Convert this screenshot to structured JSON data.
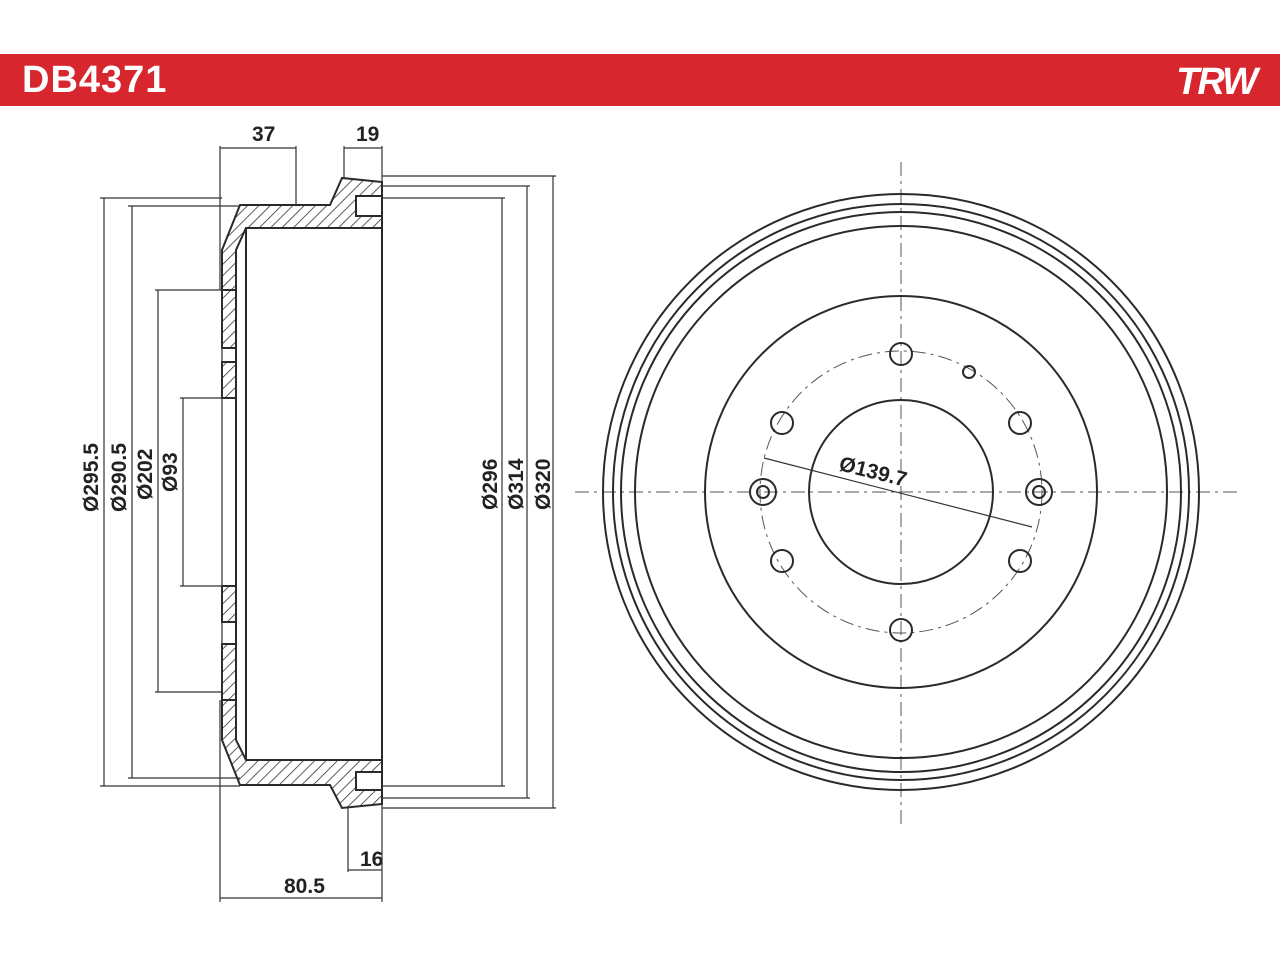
{
  "header": {
    "part_number": "DB4371",
    "brand": "TRW",
    "bar_color": "#d8262e"
  },
  "side_view": {
    "dim_37": "37",
    "dim_19": "19",
    "dim_16": "16",
    "dim_80_5": "80.5",
    "dim_d295_5": "Ø295.5",
    "dim_d290_5": "Ø290.5",
    "dim_d202": "Ø202",
    "dim_d93": "Ø93",
    "dim_d296": "Ø296",
    "dim_d314": "Ø314",
    "dim_d320": "Ø320"
  },
  "front_view": {
    "bolt_circle": "Ø139.7"
  }
}
